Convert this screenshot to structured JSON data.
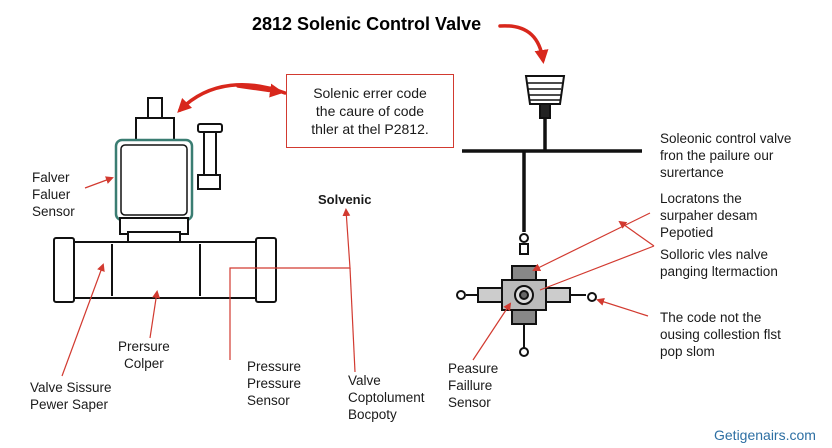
{
  "title": "2812 Solenic Control Valve",
  "callout": "Solenic errer code\nthe caure of code\nthler at thel P2812.",
  "labels": {
    "falver_sensor": "Falver\nFaluer\nSensor",
    "pressure_colper": "Prersure\nColper",
    "valve_sissure": "Valve Sissure\nPewer Saper",
    "pressure_sensor": "Pressure\nPressure\nSensor",
    "valve_coptolument": "Valve\nCoptolument\nBocpoty",
    "solvenic": "Solvenic",
    "soleonic_control": "Soleonic control valve\nfron the pailure our\nsurertance",
    "locratons": "Locratons the\nsurpaher desam\nPepotied",
    "solloric": "Solloric vles nalve\npanging ltermaction",
    "code_not": "The code not the\nousing collestion flst\npop slom",
    "peasure_failure": "Peasure\nFaillure\nSensor"
  },
  "watermark": "Getigenairs.com",
  "colors": {
    "arrow": "#d8271c",
    "leader": "#d23a30",
    "line": "#111111",
    "valve_body": "#3a7d72",
    "watermark": "#2d6fa3"
  }
}
